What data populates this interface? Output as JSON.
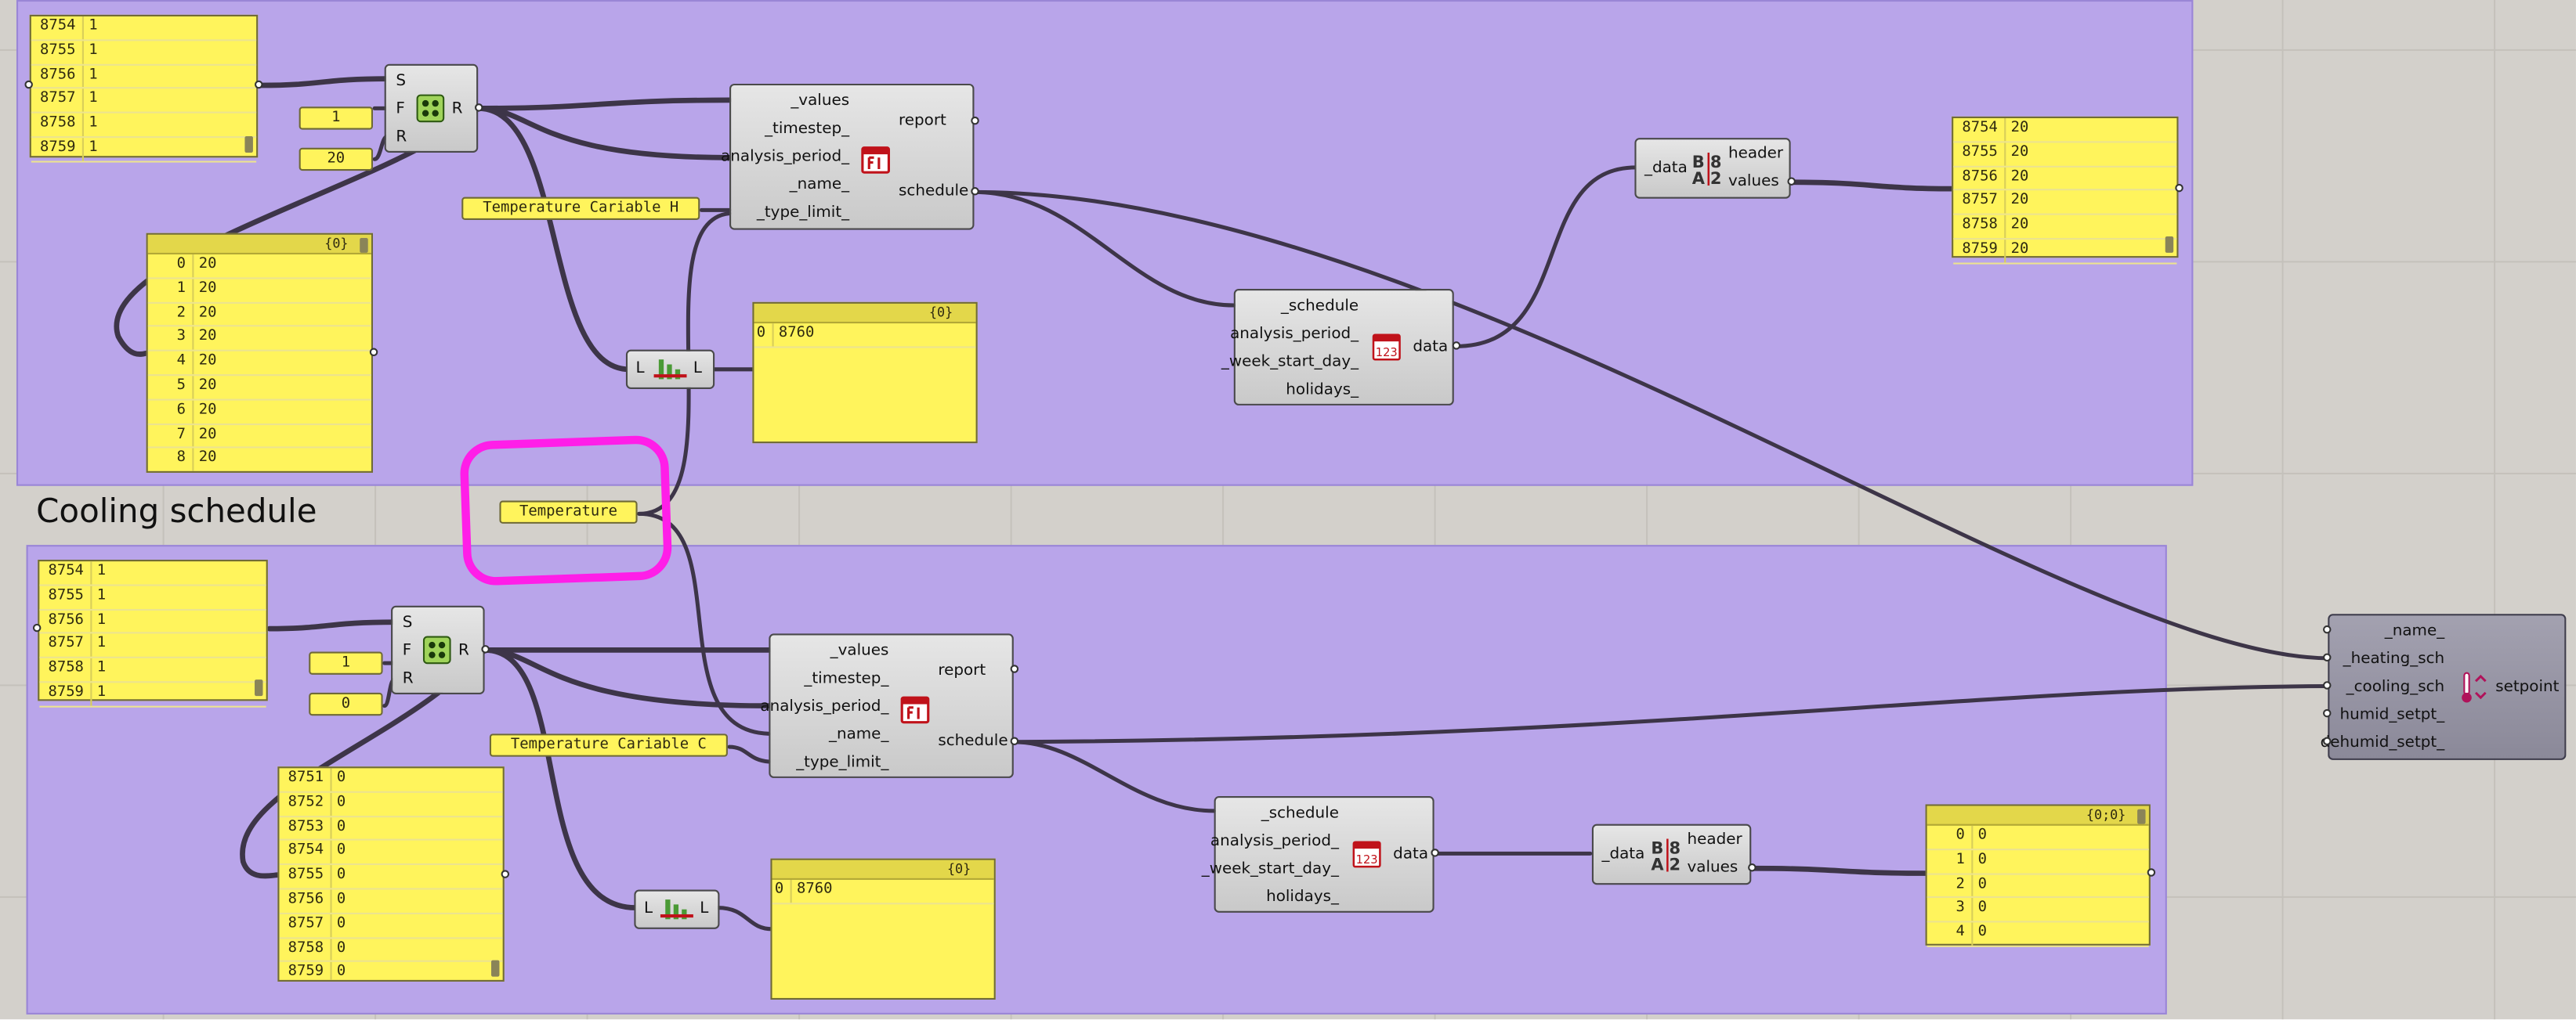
{
  "canvas": {
    "group_title": "Cooling schedule"
  },
  "heating": {
    "panel_values": {
      "rows": [
        [
          "8754",
          "1"
        ],
        [
          "8755",
          "1"
        ],
        [
          "8756",
          "1"
        ],
        [
          "8757",
          "1"
        ],
        [
          "8758",
          "1"
        ],
        [
          "8759",
          "1"
        ]
      ]
    },
    "slider_a": "1",
    "slider_b": "20",
    "panel_list": {
      "header": "{0}",
      "rows": [
        [
          "0",
          "20"
        ],
        [
          "1",
          "20"
        ],
        [
          "2",
          "20"
        ],
        [
          "3",
          "20"
        ],
        [
          "4",
          "20"
        ],
        [
          "5",
          "20"
        ],
        [
          "6",
          "20"
        ],
        [
          "7",
          "20"
        ],
        [
          "8",
          "20"
        ]
      ]
    },
    "name_panel": "Temperature Cariable H",
    "len_panel": {
      "header": "{0}",
      "rows": [
        [
          "0",
          "8760"
        ]
      ]
    },
    "out_panel": {
      "rows": [
        [
          "8754",
          "20"
        ],
        [
          "8755",
          "20"
        ],
        [
          "8756",
          "20"
        ],
        [
          "8757",
          "20"
        ],
        [
          "8758",
          "20"
        ],
        [
          "8759",
          "20"
        ]
      ]
    }
  },
  "cooling": {
    "panel_values": {
      "rows": [
        [
          "8754",
          "1"
        ],
        [
          "8755",
          "1"
        ],
        [
          "8756",
          "1"
        ],
        [
          "8757",
          "1"
        ],
        [
          "8758",
          "1"
        ],
        [
          "8759",
          "1"
        ]
      ]
    },
    "slider_a": "1",
    "slider_b": "0",
    "panel_list": {
      "rows": [
        [
          "8751",
          "0"
        ],
        [
          "8752",
          "0"
        ],
        [
          "8753",
          "0"
        ],
        [
          "8754",
          "0"
        ],
        [
          "8755",
          "0"
        ],
        [
          "8756",
          "0"
        ],
        [
          "8757",
          "0"
        ],
        [
          "8758",
          "0"
        ],
        [
          "8759",
          "0"
        ]
      ]
    },
    "name_panel": "Temperature Cariable C",
    "len_panel": {
      "header": "{0}",
      "rows": [
        [
          "0",
          "8760"
        ]
      ]
    },
    "out_panel": {
      "header": "{0;0}",
      "rows": [
        [
          "0",
          "0"
        ],
        [
          "1",
          "0"
        ],
        [
          "2",
          "0"
        ],
        [
          "3",
          "0"
        ],
        [
          "4",
          "0"
        ]
      ]
    }
  },
  "type_limit_panel": "Temperature",
  "components": {
    "replace": {
      "inputs": [
        "S",
        "F",
        "R"
      ],
      "output": "R",
      "icon": "replace-items-icon"
    },
    "list_length": {
      "input": "L",
      "output": "L",
      "icon": "list-length-icon"
    },
    "schedule_fixed": {
      "inputs": [
        "_values",
        "_timestep_",
        "analysis_period_",
        "_name_",
        "_type_limit_"
      ],
      "outputs": [
        "report",
        "schedule"
      ],
      "icon": "schedule-fixed-interval-icon"
    },
    "schedule_to_data": {
      "inputs": [
        "_schedule",
        "analysis_period_",
        "_week_start_day_",
        "holidays_"
      ],
      "output": "data",
      "icon": "calendar-123-icon"
    },
    "deconstruct_data": {
      "input": "_data",
      "outputs": [
        "header",
        "values"
      ],
      "icon": "deconstruct-data-icon"
    },
    "setpoint": {
      "inputs": [
        "_name_",
        "_heating_sch",
        "_cooling_sch",
        "humid_setpt_",
        "dehumid_setpt_"
      ],
      "output": "setpoint",
      "icon": "thermometer-icon"
    }
  },
  "colors": {
    "group": "#b9a5ea",
    "panel": "#fff45c",
    "annotation": "#ff1ee8",
    "wire": "#3d3548"
  }
}
